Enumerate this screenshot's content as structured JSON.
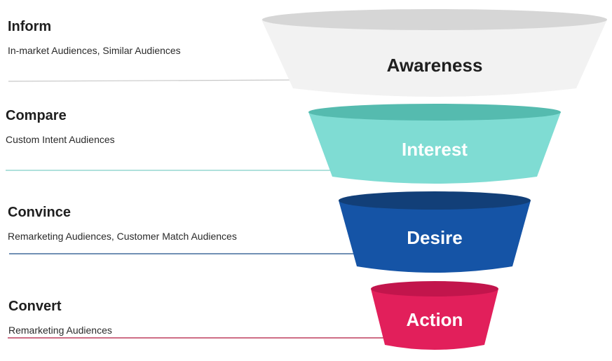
{
  "stages": [
    {
      "stage_label": "Awareness",
      "title": "Inform",
      "subtitle": "In-market Audiences, Similar Audiences",
      "body_color": "#f2f2f2",
      "rim_color": "#d6d6d6",
      "text_color": "#1f1f1f",
      "line_color": "#c8c8c8"
    },
    {
      "stage_label": "Interest",
      "title": "Compare",
      "subtitle": "Custom Intent Audiences",
      "body_color": "#7fdcd3",
      "rim_color": "#55bbaf",
      "text_color": "#ffffff",
      "line_color": "#7fcfc6"
    },
    {
      "stage_label": "Desire",
      "title": "Convince",
      "subtitle": "Remarketing Audiences, Customer Match Audiences",
      "body_color": "#1554a6",
      "rim_color": "#123f78",
      "text_color": "#ffffff",
      "line_color": "#1c4e86"
    },
    {
      "stage_label": "Action",
      "title": "Convert",
      "subtitle": "Remarketing Audiences",
      "body_color": "#e21f5b",
      "rim_color": "#c2154c",
      "text_color": "#ffffff",
      "line_color": "#b0173f"
    }
  ]
}
